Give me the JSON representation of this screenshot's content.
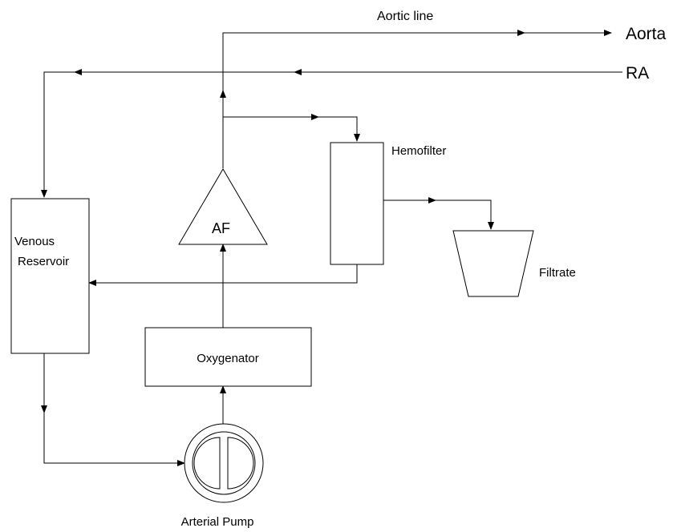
{
  "diagram": {
    "labels": {
      "aortic_line": "Aortic line",
      "aorta": "Aorta",
      "ra": "RA",
      "hemofilter": "Hemofilter",
      "venous_line1": "Venous",
      "venous_line2": "Reservoir",
      "af": "AF",
      "filtrate": "Filtrate",
      "oxygenator": "Oxygenator",
      "arterial_pump": "Arterial Pump"
    }
  }
}
